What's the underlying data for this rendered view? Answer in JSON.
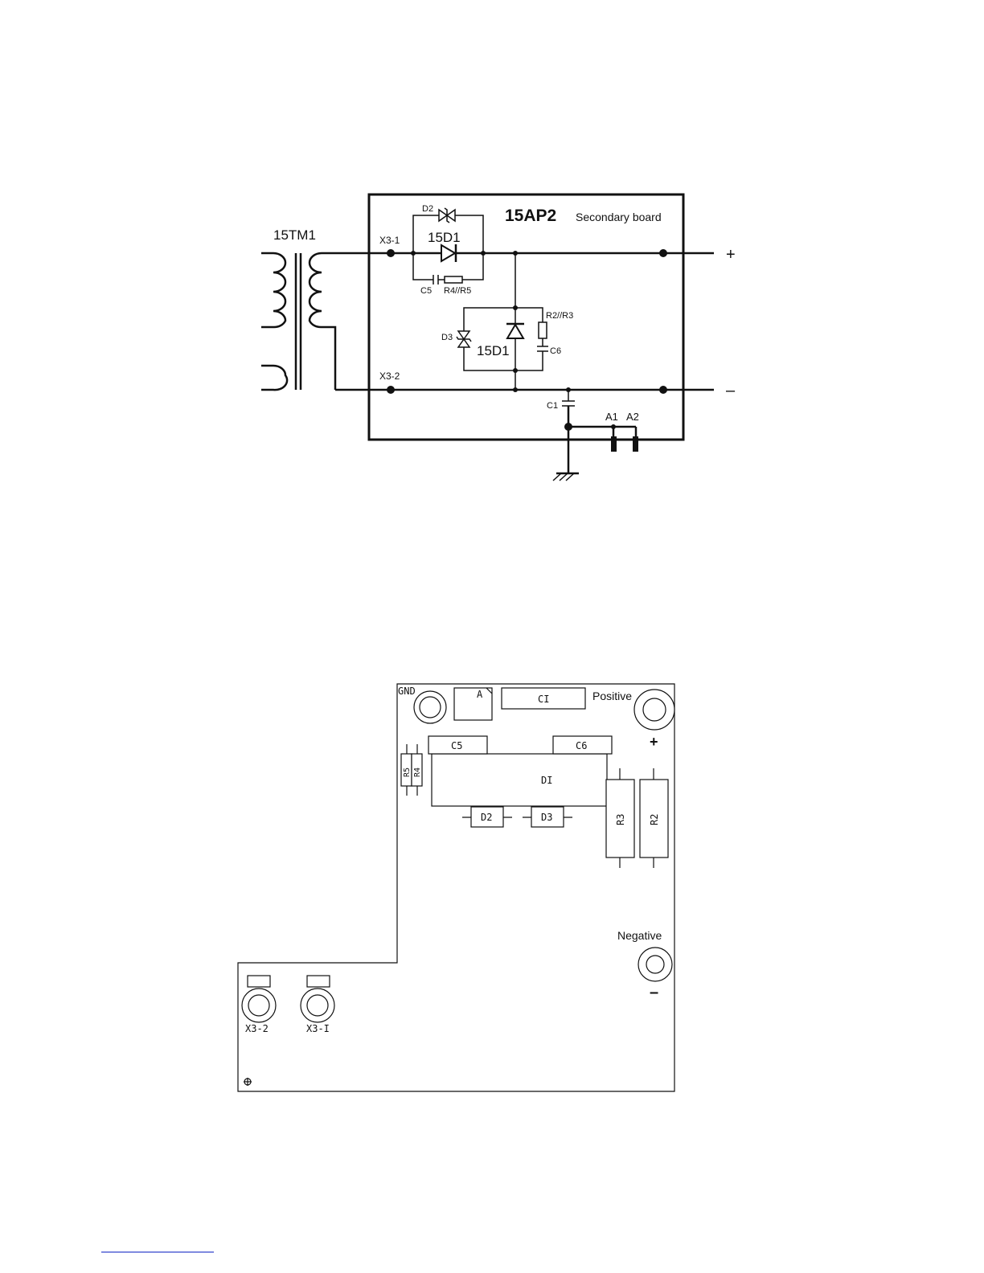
{
  "schematic": {
    "board_title": "15AP2",
    "board_subtitle": "Secondary board",
    "transformer": "15TM1",
    "pin_x3_1": "X3-1",
    "pin_x3_2": "X3-2",
    "d2": "D2",
    "d1_top": "15D1",
    "c5": "C5",
    "r4r5": "R4//R5",
    "d3": "D3",
    "d1_mid": "15D1",
    "r2r3": "R2//R3",
    "c6": "C6",
    "c1": "C1",
    "a1": "A1",
    "a2": "A2",
    "plus": "+",
    "minus": "–"
  },
  "pcb": {
    "gnd": "GND",
    "a": "A",
    "ci": "CI",
    "positive": "Positive",
    "plus": "+",
    "c5": "C5",
    "c6": "C6",
    "r5": "R5",
    "r4": "R4",
    "di": "DI",
    "d2": "D2",
    "d3": "D3",
    "r3": "R3",
    "r2": "R2",
    "negative": "Negative",
    "minus": "–",
    "x3_2": "X3-2",
    "x3_1": "X3-I"
  },
  "colors": {
    "ink": "#111111",
    "link": "#3344cc"
  }
}
